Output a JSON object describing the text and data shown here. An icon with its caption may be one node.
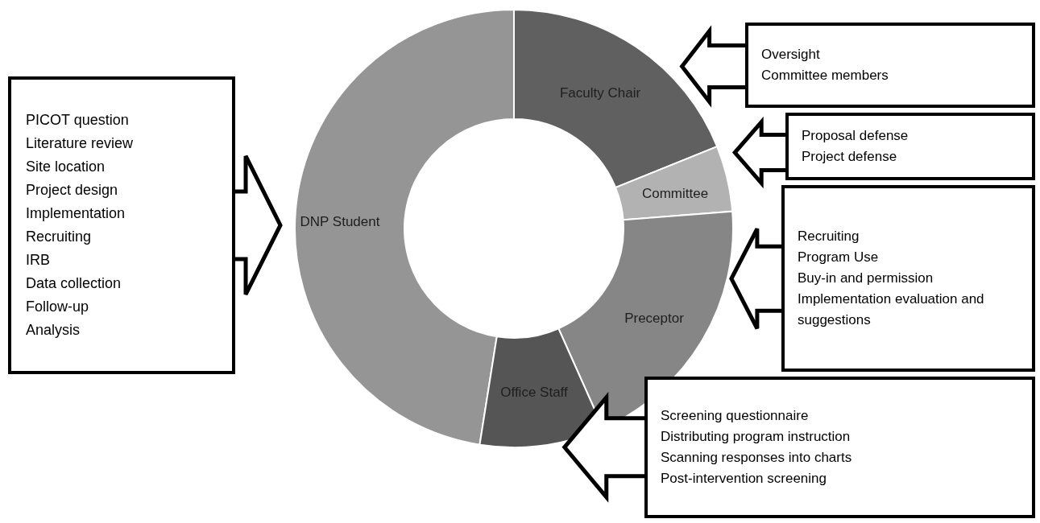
{
  "diagram": {
    "nodes": [
      {
        "text": [
          "PICOT question",
          "Literature review",
          "Site location",
          "Project design",
          "Implementation",
          "Recruiting",
          "IRB",
          "Data collection",
          "Follow-up",
          "Analysis"
        ]
      },
      {
        "text": [
          "DNP Student"
        ]
      },
      {
        "text": [
          "Faculty Chair"
        ]
      },
      {
        "text": [
          "Committee"
        ]
      },
      {
        "text": [
          "Preceptor"
        ]
      },
      {
        "text": [
          "Office Staff"
        ]
      },
      {
        "text": [
          "Oversight",
          "Committee members"
        ]
      },
      {
        "text": [
          "Proposal defense",
          "Project defense"
        ]
      },
      {
        "text": [
          "Recruiting",
          "Program Use",
          "Buy-in and permission",
          "Implementation evaluation and suggestions"
        ]
      },
      {
        "text": [
          "Screening questionnaire",
          "Distributing program instruction",
          "Scanning responses into charts",
          "Post-intervention screening"
        ]
      }
    ],
    "edges": [
      {
        "from": 0,
        "to": 1,
        "arrow": "to"
      },
      {
        "from": 6,
        "to": 2,
        "arrow": "to"
      },
      {
        "from": 7,
        "to": 3,
        "arrow": "to"
      },
      {
        "from": 8,
        "to": 4,
        "arrow": "to"
      },
      {
        "from": 9,
        "to": 5,
        "arrow": "to"
      }
    ]
  }
}
